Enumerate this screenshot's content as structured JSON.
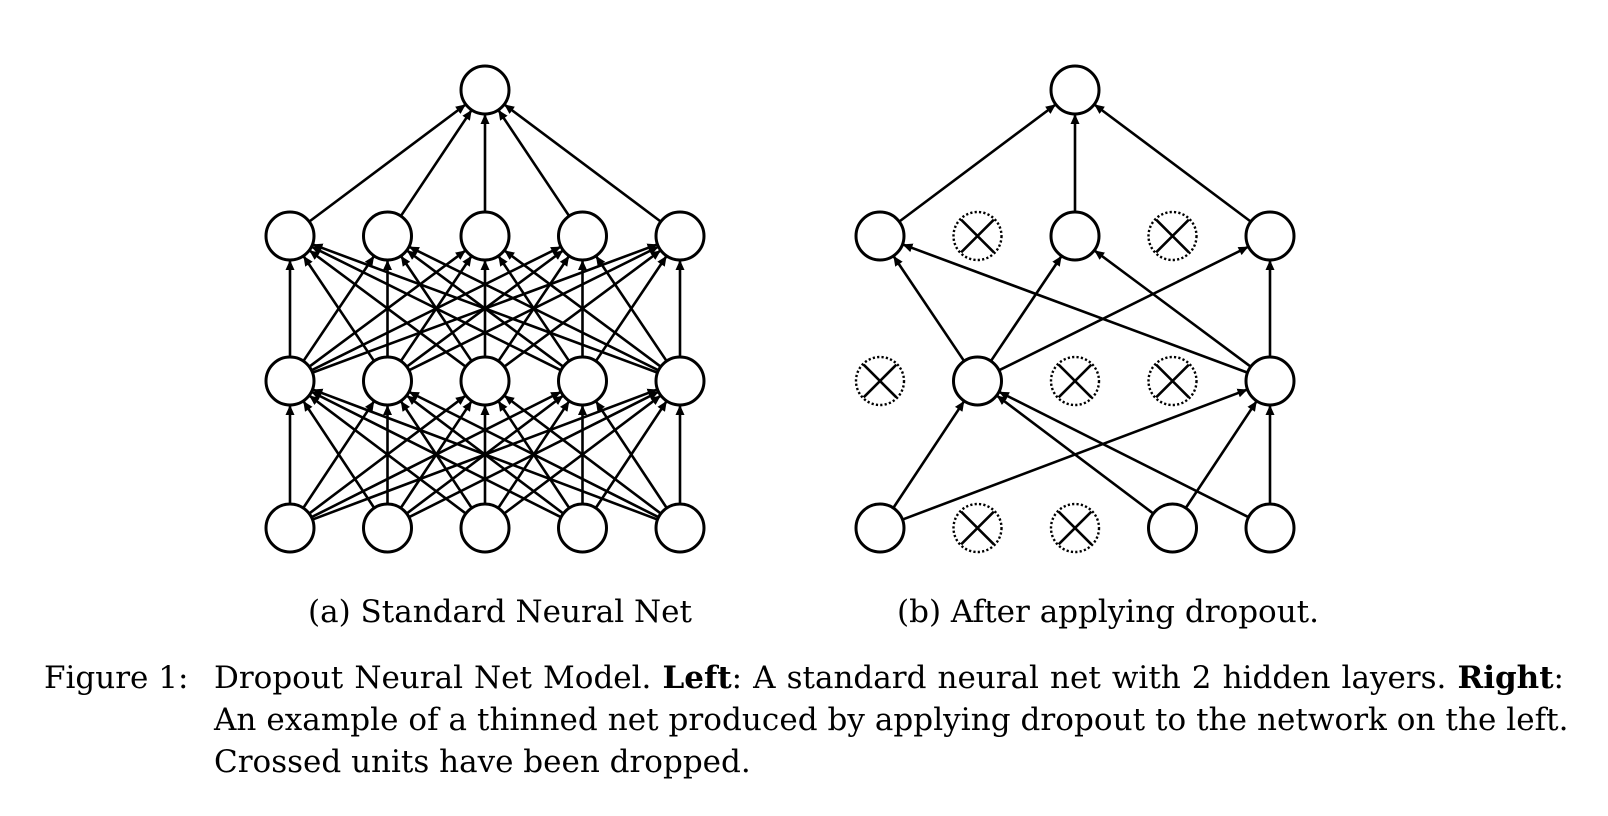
{
  "networks": [
    {
      "id": "standard",
      "caption": "(a) Standard Neural Net",
      "layers": [
        {
          "name": "input",
          "units": [
            true,
            true,
            true,
            true,
            true
          ]
        },
        {
          "name": "hidden-1",
          "units": [
            true,
            true,
            true,
            true,
            true
          ]
        },
        {
          "name": "hidden-2",
          "units": [
            true,
            true,
            true,
            true,
            true
          ]
        },
        {
          "name": "output",
          "units": [
            true
          ]
        }
      ],
      "connections": "full"
    },
    {
      "id": "dropout",
      "caption": "(b) After applying dropout.",
      "layers": [
        {
          "name": "input",
          "units": [
            true,
            false,
            false,
            true,
            true
          ]
        },
        {
          "name": "hidden-1",
          "units": [
            false,
            true,
            false,
            false,
            true
          ]
        },
        {
          "name": "hidden-2",
          "units": [
            true,
            false,
            true,
            false,
            true
          ]
        },
        {
          "name": "output",
          "units": [
            true
          ]
        }
      ],
      "connections": "full"
    }
  ],
  "figure_caption": {
    "label": "Figure 1:",
    "line1_pre": "Dropout Neural Net Model. ",
    "left_bold": "Left",
    "line1_mid": ": A standard neural net with 2 hidden layers. ",
    "right_bold": "Right",
    "line1_post": ":",
    "line2": "An example of a thinned net produced by applying dropout to the network on the left.",
    "line3": "Crossed units have been dropped."
  }
}
